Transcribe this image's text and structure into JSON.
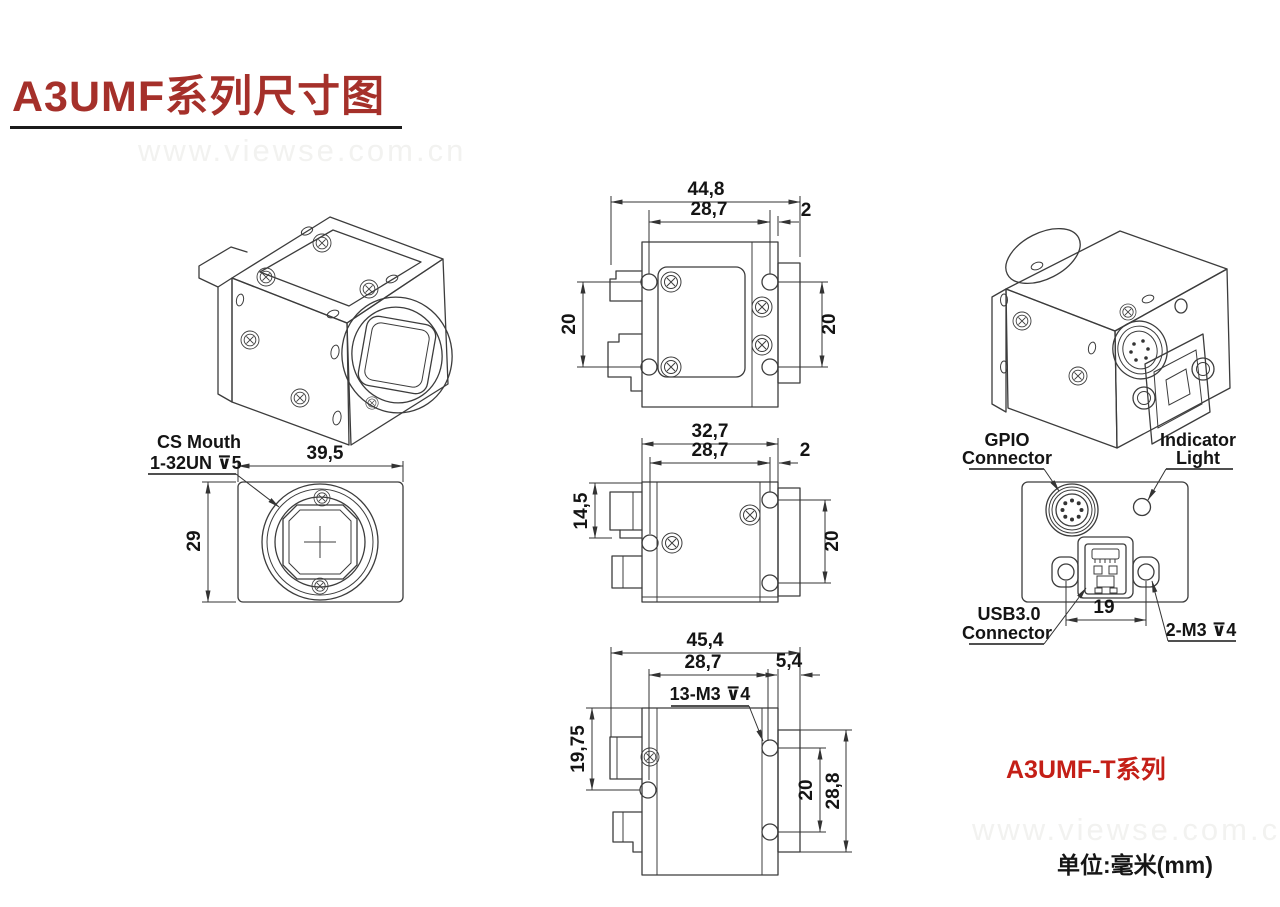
{
  "page": {
    "title": "A3UMF系列尺寸图",
    "watermark": "www.viewse.com.cn",
    "series_label": "A3UMF-T系列",
    "unit_label": "单位:毫米(mm)",
    "colors": {
      "title_red": "#a5302a",
      "series_red": "#c41f17",
      "line": "#3c3c3c",
      "watermark_gray": "#f2f2f0"
    }
  },
  "views": {
    "front": {
      "label_line1": "CS Mouth",
      "label_line2": "1-32UN ⊽5",
      "width": "39,5",
      "height": "29"
    },
    "top": {
      "total_width": "44,8",
      "hole_span": "28,7",
      "edge_offset": "2",
      "left_span": "20",
      "right_span": "20"
    },
    "side": {
      "total_width": "32,7",
      "hole_span": "28,7",
      "edge_offset": "2",
      "left_height": "14,5",
      "right_span": "20"
    },
    "bottom": {
      "total_width": "45,4",
      "hole_span": "28,7",
      "edge_offset": "5,4",
      "thread_label": "13-M3 ⊽4",
      "left_height": "19,75",
      "right_hole_span": "20",
      "flange_height": "28,8"
    },
    "rear": {
      "gpio_line1": "GPIO",
      "gpio_line2": "Connector",
      "indicator_line1": "Indicator",
      "indicator_line2": "Light",
      "usb_line1": "USB3.0",
      "usb_line2": "Connector",
      "hole_span": "19",
      "thread_label": "2-M3 ⊽4"
    }
  }
}
